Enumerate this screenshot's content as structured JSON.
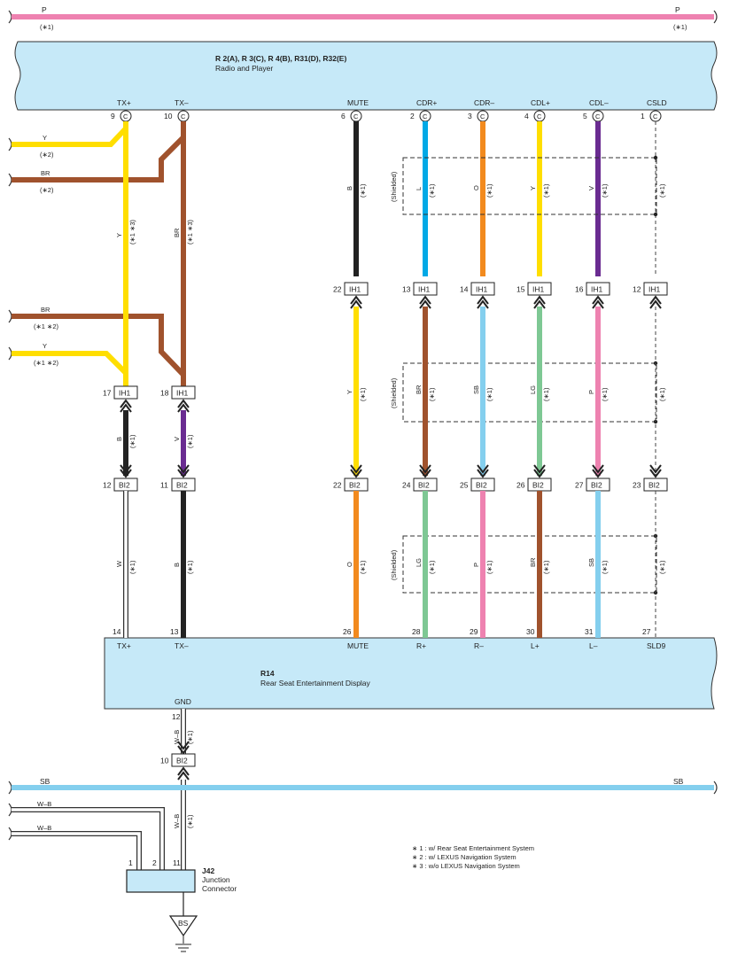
{
  "colors": {
    "P": "#ee82b0",
    "SB": "#84cfee",
    "Y": "#ffde00",
    "BR": "#a0522d",
    "B": "#222222",
    "V": "#6a2c91",
    "O": "#f28a1e",
    "L": "#00a9e6",
    "LG": "#7ec894",
    "W": "#ffffff",
    "box": "#c6e9f8"
  },
  "bus_top": {
    "left_label": "P",
    "left_note": "(∗1)",
    "right_label": "P",
    "right_note": "(∗1)"
  },
  "radio": {
    "id": "R 2(A), R 3(C), R 4(B), R31(D), R32(E)",
    "name": "Radio and Player",
    "pins": [
      {
        "name": "TX+",
        "num": "9",
        "conn": "C"
      },
      {
        "name": "TX–",
        "num": "10",
        "conn": "C"
      },
      {
        "name": "MUTE",
        "num": "6",
        "conn": "C"
      },
      {
        "name": "CDR+",
        "num": "2",
        "conn": "C"
      },
      {
        "name": "CDR–",
        "num": "3",
        "conn": "C"
      },
      {
        "name": "CDL+",
        "num": "4",
        "conn": "C"
      },
      {
        "name": "CDL–",
        "num": "5",
        "conn": "C"
      },
      {
        "name": "CSLD",
        "num": "1",
        "conn": "C"
      }
    ]
  },
  "left_wires": [
    {
      "color": "Y",
      "note": "(∗2)"
    },
    {
      "color": "BR",
      "note": "(∗2)"
    },
    {
      "color": "BR",
      "note": "(∗1 ∗2)"
    },
    {
      "color": "Y",
      "note": "(∗1 ∗2)"
    }
  ],
  "seg1": [
    {
      "color": "Y",
      "note": "(∗1 ∗3)"
    },
    {
      "color": "BR",
      "note": "(∗1 ∗3)"
    },
    {
      "color": "B",
      "note": "(∗1)"
    },
    {
      "color": "L",
      "note": "(∗1)"
    },
    {
      "color": "O",
      "note": "(∗1)"
    },
    {
      "color": "Y",
      "note": "(∗1)"
    },
    {
      "color": "V",
      "note": "(∗1)"
    },
    {
      "color": "",
      "note": "(∗1)"
    }
  ],
  "shielded": "(Shielded)",
  "ih1_row1": [
    {
      "num": "22",
      "label": "IH1"
    },
    {
      "num": "13",
      "label": "IH1"
    },
    {
      "num": "14",
      "label": "IH1"
    },
    {
      "num": "15",
      "label": "IH1"
    },
    {
      "num": "16",
      "label": "IH1"
    },
    {
      "num": "12",
      "label": "IH1"
    }
  ],
  "ih1_row2": [
    {
      "num": "17",
      "label": "IH1"
    },
    {
      "num": "18",
      "label": "IH1"
    }
  ],
  "seg2": [
    {
      "color": "B",
      "note": "(∗1)"
    },
    {
      "color": "V",
      "note": "(∗1)"
    },
    {
      "color": "Y",
      "note": "(∗1)"
    },
    {
      "color": "BR",
      "note": "(∗1)"
    },
    {
      "color": "SB",
      "note": "(∗1)"
    },
    {
      "color": "LG",
      "note": "(∗1)"
    },
    {
      "color": "P",
      "note": "(∗1)"
    },
    {
      "color": "",
      "note": "(∗1)"
    }
  ],
  "bi2_row": [
    {
      "num": "12",
      "label": "BI2"
    },
    {
      "num": "11",
      "label": "BI2"
    },
    {
      "num": "22",
      "label": "BI2"
    },
    {
      "num": "24",
      "label": "BI2"
    },
    {
      "num": "25",
      "label": "BI2"
    },
    {
      "num": "26",
      "label": "BI2"
    },
    {
      "num": "27",
      "label": "BI2"
    },
    {
      "num": "23",
      "label": "BI2"
    }
  ],
  "seg3": [
    {
      "color": "W",
      "note": "(∗1)"
    },
    {
      "color": "B",
      "note": "(∗1)"
    },
    {
      "color": "O",
      "note": "(∗1)"
    },
    {
      "color": "LG",
      "note": "(∗1)"
    },
    {
      "color": "P",
      "note": "(∗1)"
    },
    {
      "color": "BR",
      "note": "(∗1)"
    },
    {
      "color": "SB",
      "note": "(∗1)"
    },
    {
      "color": "",
      "note": "(∗1)"
    }
  ],
  "display": {
    "id": "R14",
    "name": "Rear Seat Entertainment Display",
    "pins": [
      {
        "num": "14",
        "name": "TX+"
      },
      {
        "num": "13",
        "name": "TX–"
      },
      {
        "num": "26",
        "name": "MUTE"
      },
      {
        "num": "28",
        "name": "R+"
      },
      {
        "num": "29",
        "name": "R–"
      },
      {
        "num": "30",
        "name": "L+"
      },
      {
        "num": "31",
        "name": "L–"
      },
      {
        "num": "27",
        "name": "SLD9"
      }
    ],
    "gnd": {
      "name": "GND",
      "num": "12"
    }
  },
  "gnd_wire": {
    "color": "W–B",
    "note": "(∗1)"
  },
  "gnd_bi2": {
    "num": "10",
    "label": "BI2"
  },
  "bus_sb": {
    "left_label": "SB",
    "right_label": "SB"
  },
  "wb_wires": [
    {
      "color": "W–B"
    },
    {
      "color": "W–B"
    }
  ],
  "gnd_wire2": {
    "color": "W–B",
    "note": "(∗1)"
  },
  "j42": {
    "id": "J42",
    "name1": "Junction",
    "name2": "Connector",
    "pins": [
      "1",
      "2",
      "11"
    ]
  },
  "ground": "BS",
  "legend": [
    "∗ 1 : w/ Rear Seat Entertainment System",
    "∗ 2 : w/ LEXUS Navigation System",
    "∗ 3 : w/o LEXUS Navigation System"
  ]
}
